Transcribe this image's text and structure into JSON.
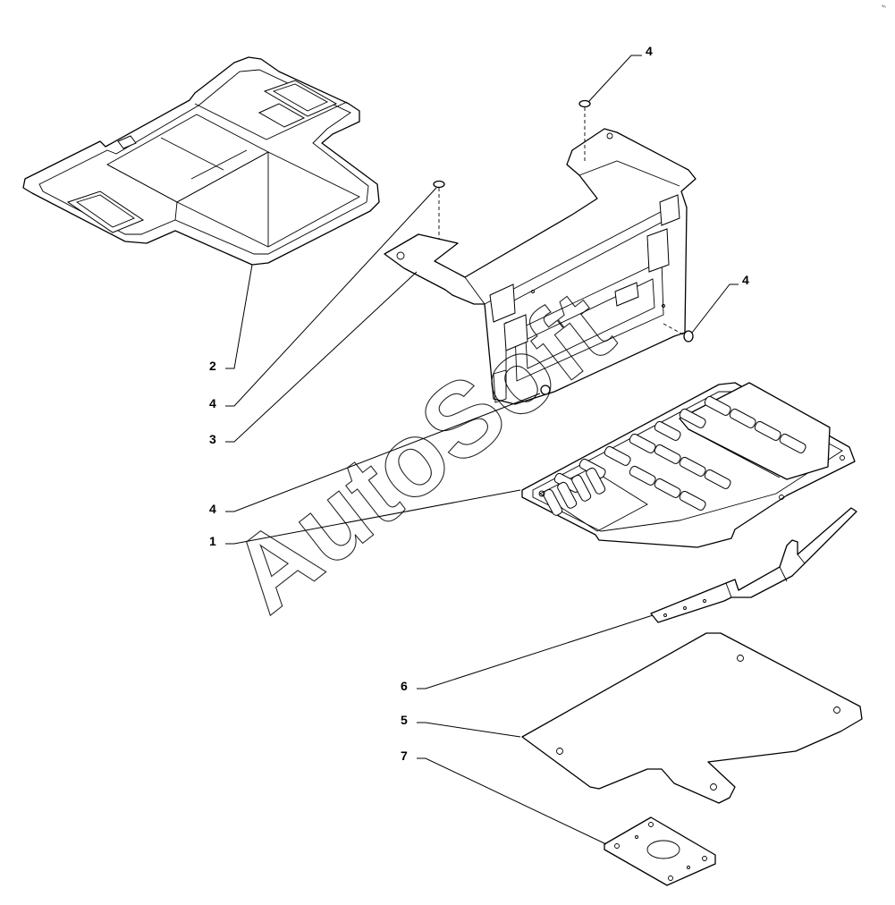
{
  "watermark": "AutoSoft",
  "corner_mark": "°ⁿ",
  "callouts": [
    {
      "id": "c4a",
      "label": "4"
    },
    {
      "id": "c4b",
      "label": "4"
    },
    {
      "id": "c2",
      "label": "2"
    },
    {
      "id": "c4c",
      "label": "4"
    },
    {
      "id": "c3",
      "label": "3"
    },
    {
      "id": "c4d",
      "label": "4"
    },
    {
      "id": "c1",
      "label": "1"
    },
    {
      "id": "c6",
      "label": "6"
    },
    {
      "id": "c5",
      "label": "5"
    },
    {
      "id": "c7",
      "label": "7"
    }
  ]
}
